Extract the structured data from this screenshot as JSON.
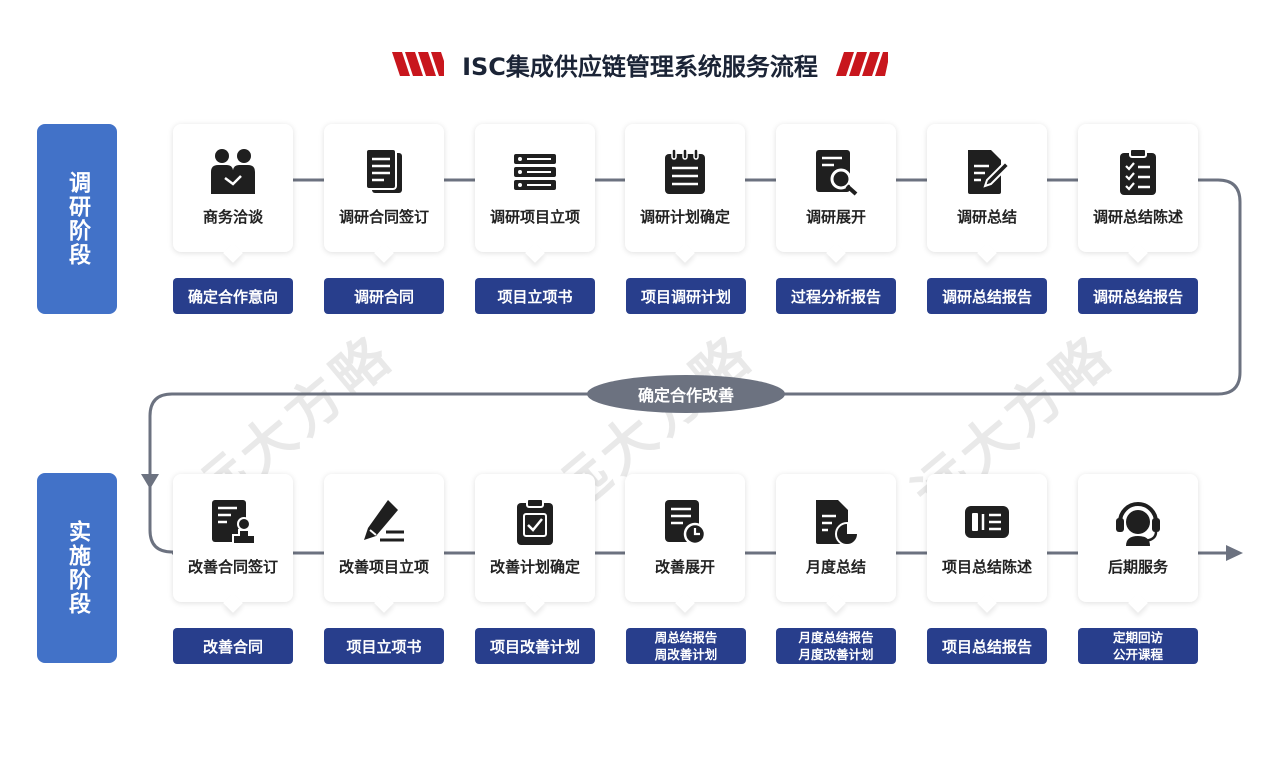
{
  "title": "ISC集成供应链管理系统服务流程",
  "colors": {
    "stage": "#4272c8",
    "deliverable": "#283e8c",
    "accent_red": "#c8161d",
    "pill": "#6c7280",
    "line": "#6c7280"
  },
  "watermark": "远大方略",
  "connector_label": "确定合作改善",
  "stages": [
    {
      "label": "调研阶段",
      "steps": [
        {
          "label": "商务洽谈",
          "icon": "handshake-icon",
          "deliverable": [
            "确定合作意向"
          ]
        },
        {
          "label": "调研合同签订",
          "icon": "document-stack-icon",
          "deliverable": [
            "调研合同"
          ]
        },
        {
          "label": "调研项目立项",
          "icon": "server-list-icon",
          "deliverable": [
            "项目立项书"
          ]
        },
        {
          "label": "调研计划确定",
          "icon": "notepad-icon",
          "deliverable": [
            "项目调研计划"
          ]
        },
        {
          "label": "调研展开",
          "icon": "search-document-icon",
          "deliverable": [
            "过程分析报告"
          ]
        },
        {
          "label": "调研总结",
          "icon": "edit-document-icon",
          "deliverable": [
            "调研总结报告"
          ]
        },
        {
          "label": "调研总结陈述",
          "icon": "clipboard-checklist-icon",
          "deliverable": [
            "调研总结报告"
          ]
        }
      ]
    },
    {
      "label": "实施阶段",
      "steps": [
        {
          "label": "改善合同签订",
          "icon": "contract-stamp-icon",
          "deliverable": [
            "改善合同"
          ]
        },
        {
          "label": "改善项目立项",
          "icon": "pen-writing-icon",
          "deliverable": [
            "项目立项书"
          ]
        },
        {
          "label": "改善计划确定",
          "icon": "clipboard-check-icon",
          "deliverable": [
            "项目改善计划"
          ]
        },
        {
          "label": "改善展开",
          "icon": "document-clock-icon",
          "deliverable": [
            "周总结报告",
            "周改善计划"
          ]
        },
        {
          "label": "月度总结",
          "icon": "document-pie-icon",
          "deliverable": [
            "月度总结报告",
            "月度改善计划"
          ]
        },
        {
          "label": "项目总结陈述",
          "icon": "presentation-icon",
          "deliverable": [
            "项目总结报告"
          ]
        },
        {
          "label": "后期服务",
          "icon": "headset-icon",
          "deliverable": [
            "定期回访",
            "公开课程"
          ]
        }
      ]
    }
  ]
}
